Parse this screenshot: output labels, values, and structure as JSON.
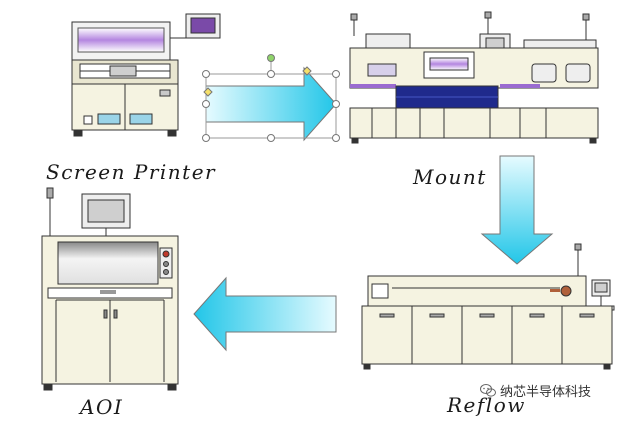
{
  "labels": {
    "screen_printer": "Screen Printer",
    "mount": "Mount",
    "aoi": "AOI",
    "reflow": "Reflow"
  },
  "watermark": {
    "text": "纳芯半导体科技",
    "icon": "wechat-icon"
  },
  "colors": {
    "arrow_light": "#e6fbff",
    "arrow_dark": "#22c6e8",
    "machine_body": "#f5f3e1",
    "conveyor_blue": "#1f2a8c",
    "accent_purple": "#9a6bd0",
    "outline": "#333333"
  },
  "flow": [
    "Screen Printer",
    "Mount",
    "Reflow",
    "AOI"
  ]
}
